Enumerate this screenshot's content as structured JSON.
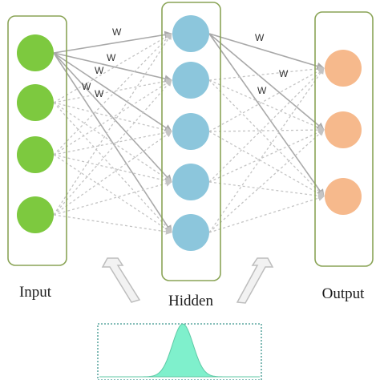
{
  "colors": {
    "layer_box_stroke": "#8aa456",
    "input_node": "#7dc93f",
    "hidden_node": "#8cc6dc",
    "output_node": "#f6b98c",
    "solid_connection": "#a9a9a9",
    "dashed_connection": "#c4c4c4",
    "activation_box_stroke": "#5fa8a2",
    "activation_fill": "#7ff0cc",
    "feed_arrow": "#bdbdbd"
  },
  "layers": {
    "input": {
      "label": "Input",
      "node_count": 4
    },
    "hidden": {
      "label": "Hidden",
      "node_count": 5
    },
    "output": {
      "label": "Output",
      "node_count": 3
    }
  },
  "weight_label": "W",
  "activation_panel": {
    "curve": "bell-shaped (gaussian) activation"
  }
}
